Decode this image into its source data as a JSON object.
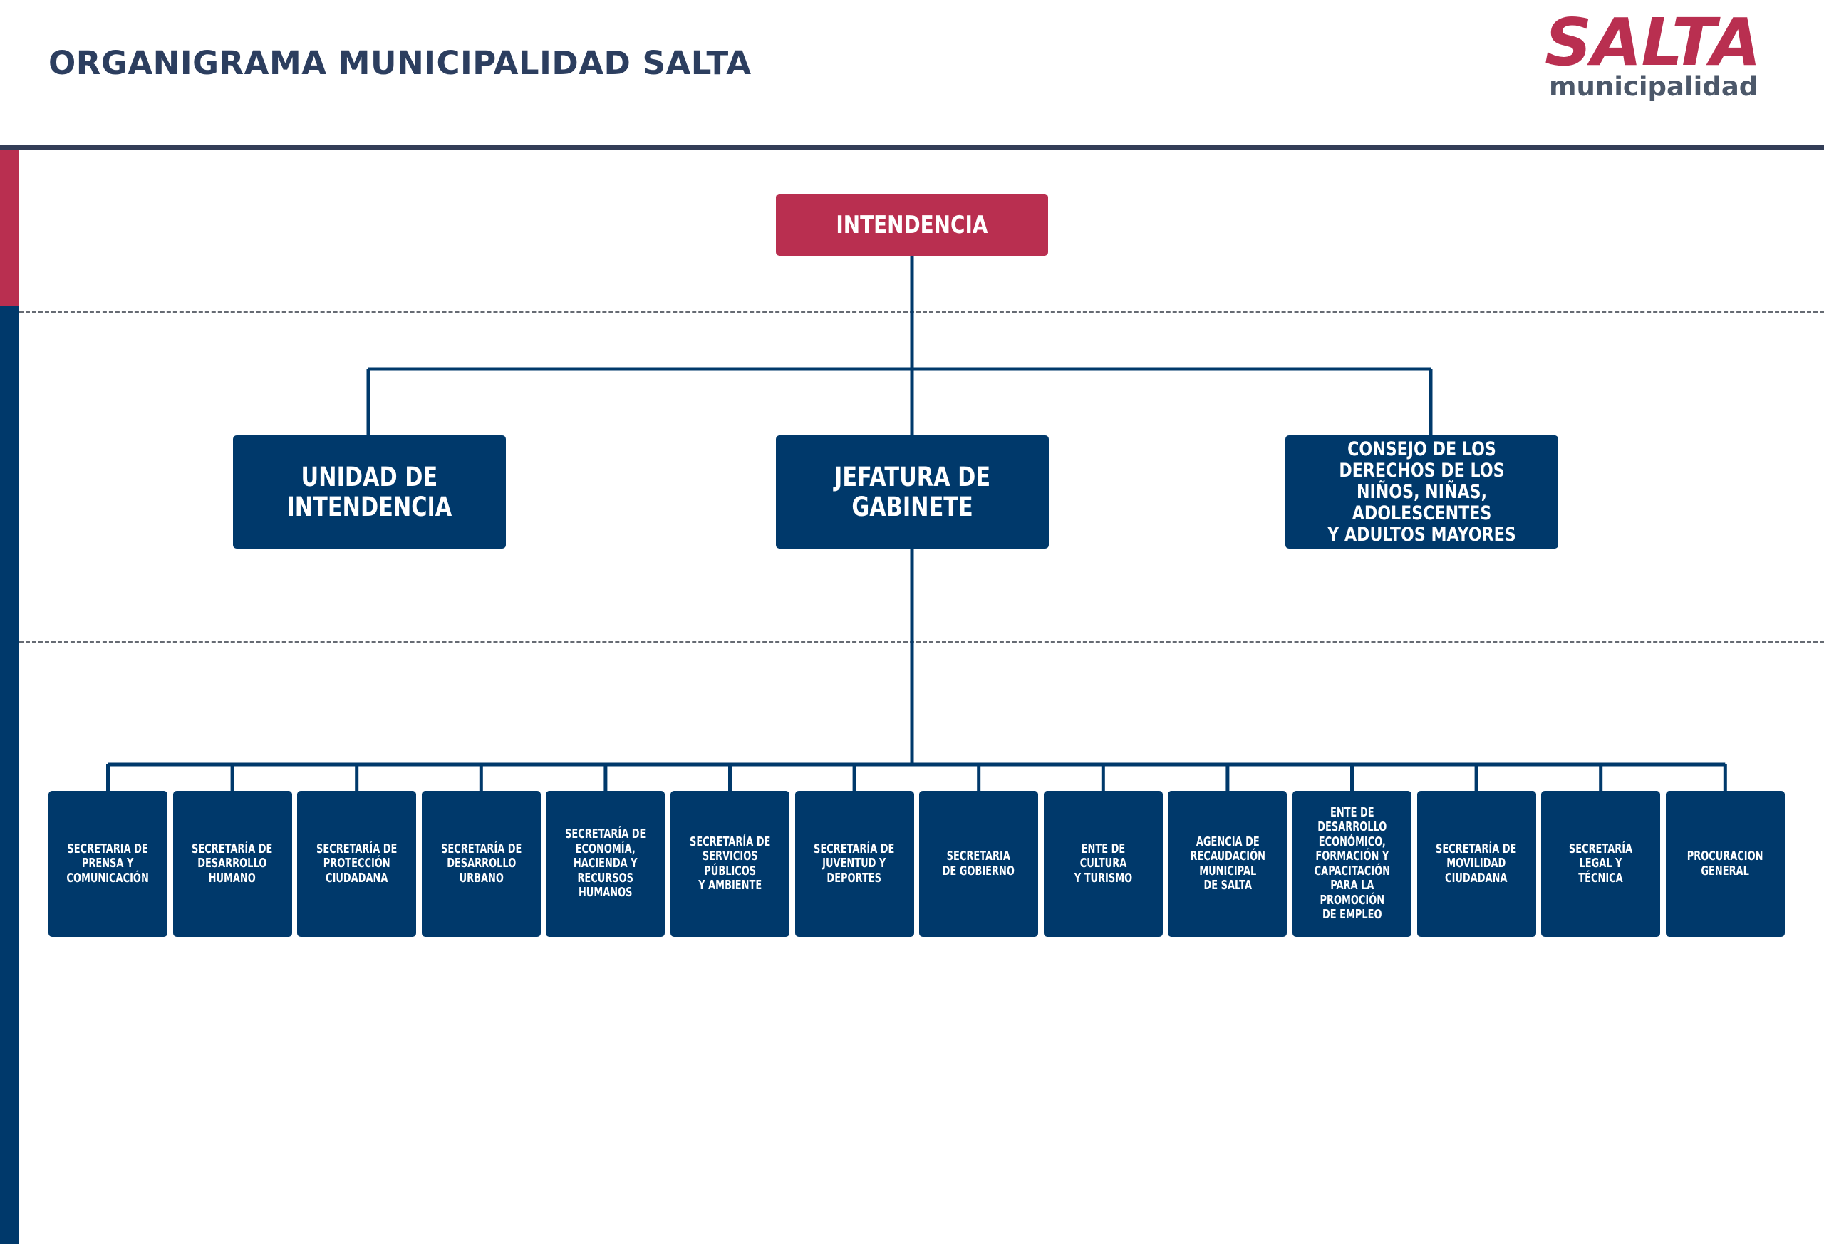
{
  "header": {
    "title": "ORGANIGRAMA MUNICIPALIDAD SALTA",
    "logo_text": "SALTA",
    "logo_subtext": "municipalidad"
  },
  "colors": {
    "accent_red": "#b92f50",
    "primary_blue": "#00396b",
    "rule": "#333d57",
    "title_text": "#2c3e5f"
  },
  "org_chart": {
    "root": {
      "label": "INTENDENCIA"
    },
    "level2": [
      {
        "label": "UNIDAD DE\nINTENDENCIA"
      },
      {
        "label": "JEFATURA DE\nGABINETE"
      },
      {
        "label": "CONSEJO DE LOS\nDERECHOS DE LOS\nNIÑOS, NIÑAS, ADOLESCENTES\nY ADULTOS MAYORES"
      }
    ],
    "secretariats_parent": "JEFATURA DE GABINETE",
    "secretariats": [
      {
        "label": "SECRETARIA DE\nPRENSA Y\nCOMUNICACIÓN"
      },
      {
        "label": "SECRETARÍA DE\nDESARROLLO\nHUMANO"
      },
      {
        "label": "SECRETARÍA DE\nPROTECCIÓN\nCIUDADANA"
      },
      {
        "label": "SECRETARÍA DE\nDESARROLLO\nURBANO"
      },
      {
        "label": "SECRETARÍA DE\nECONOMÍA,\nHACIENDA Y\nRECURSOS\nHUMANOS"
      },
      {
        "label": "SECRETARÍA DE\nSERVICIOS\nPÚBLICOS\nY AMBIENTE"
      },
      {
        "label": "SECRETARÍA DE\nJUVENTUD Y\nDEPORTES"
      },
      {
        "label": "SECRETARIA\nDE GOBIERNO"
      },
      {
        "label": "ENTE DE\nCULTURA\nY TURISMO"
      },
      {
        "label": "AGENCIA DE\nRECAUDACIÓN\nMUNICIPAL\nDE SALTA"
      },
      {
        "label": "ENTE  DE\nDESARROLLO\nECONÓMICO,\nFORMACIÓN Y\nCAPACITACIÓN\nPARA LA\nPROMOCIÓN\nDE EMPLEO"
      },
      {
        "label": "SECRETARÍA DE\nMOVILIDAD\nCIUDADANA"
      },
      {
        "label": "SECRETARÍA\nLEGAL Y TÉCNICA"
      },
      {
        "label": "PROCURACION\nGENERAL"
      }
    ]
  }
}
